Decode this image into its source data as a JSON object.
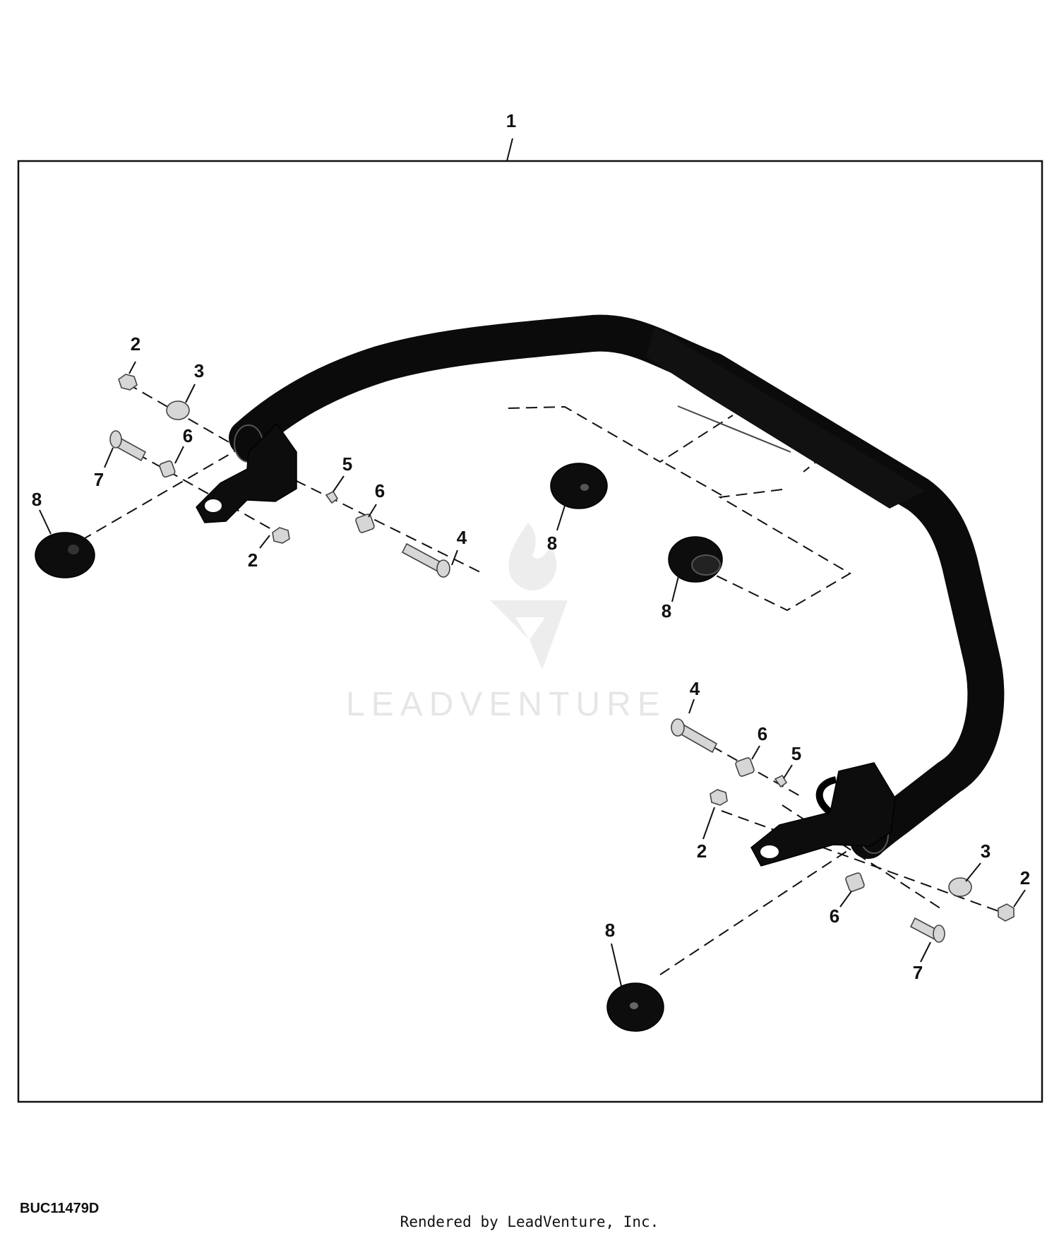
{
  "watermark": {
    "text": "LEADVENTURE"
  },
  "diagram": {
    "callouts": {
      "c1": "1",
      "c2a": "2",
      "c2b": "2",
      "c2c": "2",
      "c2d": "2",
      "c3a": "3",
      "c3b": "3",
      "c4a": "4",
      "c4b": "4",
      "c5a": "5",
      "c5b": "5",
      "c6a": "6",
      "c6b": "6",
      "c6c": "6",
      "c6d": "6",
      "c7a": "7",
      "c7b": "7",
      "c8a": "8",
      "c8b": "8",
      "c8c": "8",
      "c8d": "8"
    }
  },
  "footer": {
    "drawing_code": "BUC11479D",
    "credit": "Rendered by LeadVenture, Inc."
  }
}
